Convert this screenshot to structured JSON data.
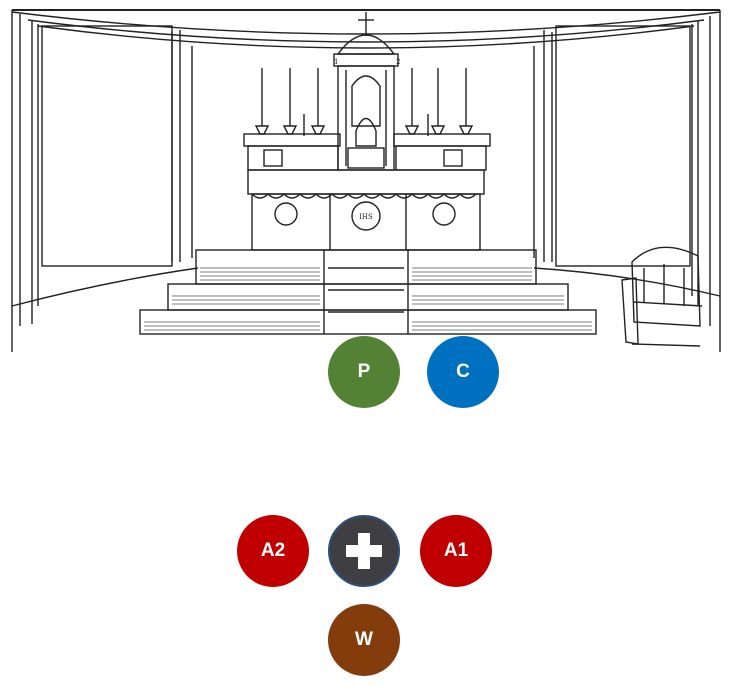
{
  "illustration": {
    "monogram": "IHS",
    "left_label": "1",
    "right_label": "2"
  },
  "markers": {
    "priest": {
      "label": "P",
      "color": "#548235"
    },
    "cross_bearer": {
      "label": "",
      "color": "#3f3f43",
      "icon": "cross-icon"
    },
    "acolyte_2": {
      "label": "A2",
      "color": "#c00000"
    },
    "acolyte_1": {
      "label": "A1",
      "color": "#c00000"
    },
    "deacon_c": {
      "label": "C",
      "color": "#0070c0"
    },
    "w": {
      "label": "W",
      "color": "#843c0c"
    }
  }
}
